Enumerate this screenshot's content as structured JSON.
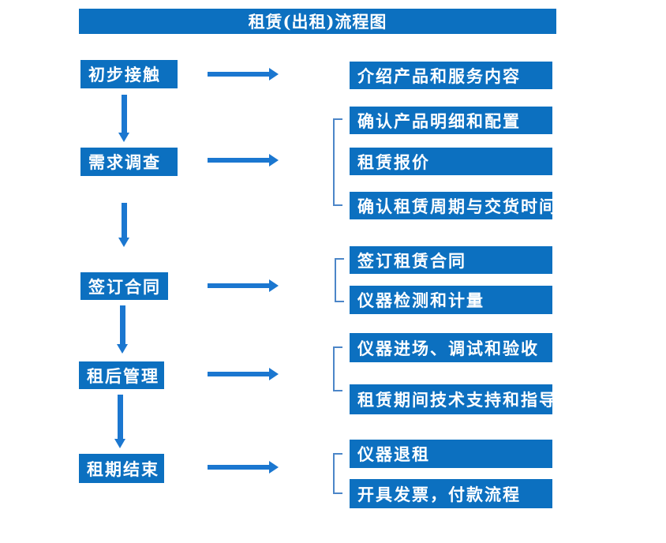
{
  "title": "租赁(出租)流程图",
  "colors": {
    "box_blue": "#0C70C0",
    "arrow_blue": "#1B77D0",
    "bracket_blue": "#4C86C8",
    "text": "#FFFFFF",
    "background": "#FFFFFF"
  },
  "flow": {
    "steps": [
      {
        "label": "初步接触",
        "outputs": [
          "介绍产品和服务内容"
        ]
      },
      {
        "label": "需求调查",
        "outputs": [
          "确认产品明细和配置",
          "租赁报价",
          "确认租赁周期与交货时间"
        ]
      },
      {
        "label": "签订合同",
        "outputs": [
          "签订租赁合同",
          "仪器检测和计量"
        ]
      },
      {
        "label": "租后管理",
        "outputs": [
          "仪器进场、调试和验收",
          "租赁期间技术支持和指导"
        ]
      },
      {
        "label": "租期结束",
        "outputs": [
          "仪器退租",
          "开具发票，付款流程"
        ]
      }
    ]
  }
}
